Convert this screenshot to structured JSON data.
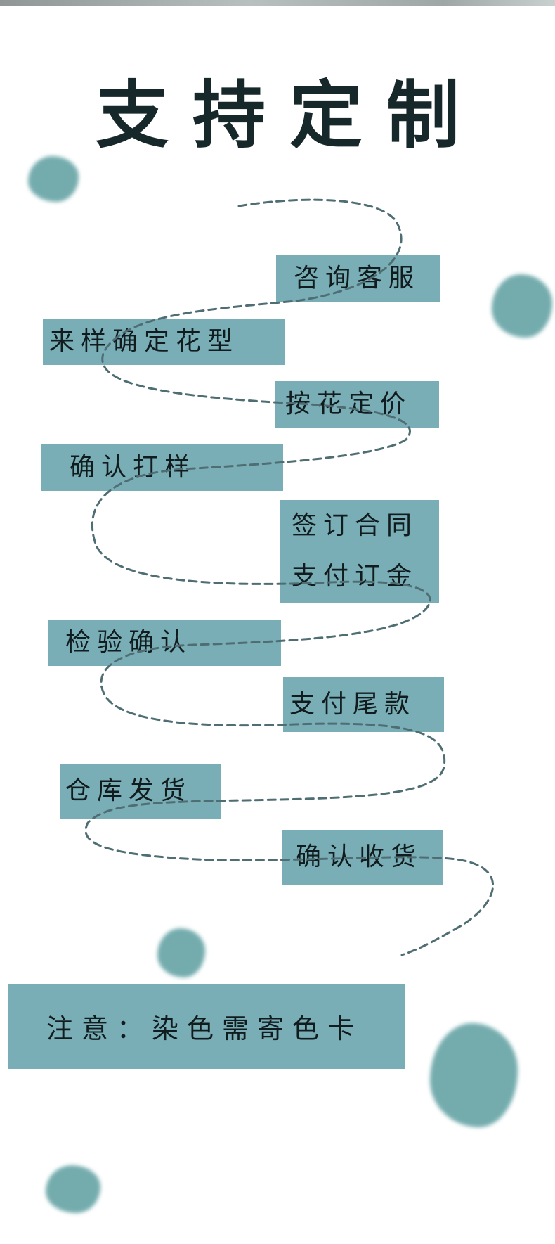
{
  "title": "支持定制",
  "steps": [
    {
      "label": "咨询客服"
    },
    {
      "label": "来样确定花型"
    },
    {
      "label": "按花定价"
    },
    {
      "label": "确认打样"
    },
    {
      "label": "签订合同",
      "label2": "支付订金"
    },
    {
      "label": "检验确认"
    },
    {
      "label": "支付尾款"
    },
    {
      "label": "仓库发货"
    },
    {
      "label": "确认收货"
    }
  ],
  "note": "注意：染色需寄色卡",
  "colors": {
    "box": "#7aaeb6",
    "path": "#4f6e74",
    "title": "#17282a",
    "blob": "#4e9597"
  }
}
